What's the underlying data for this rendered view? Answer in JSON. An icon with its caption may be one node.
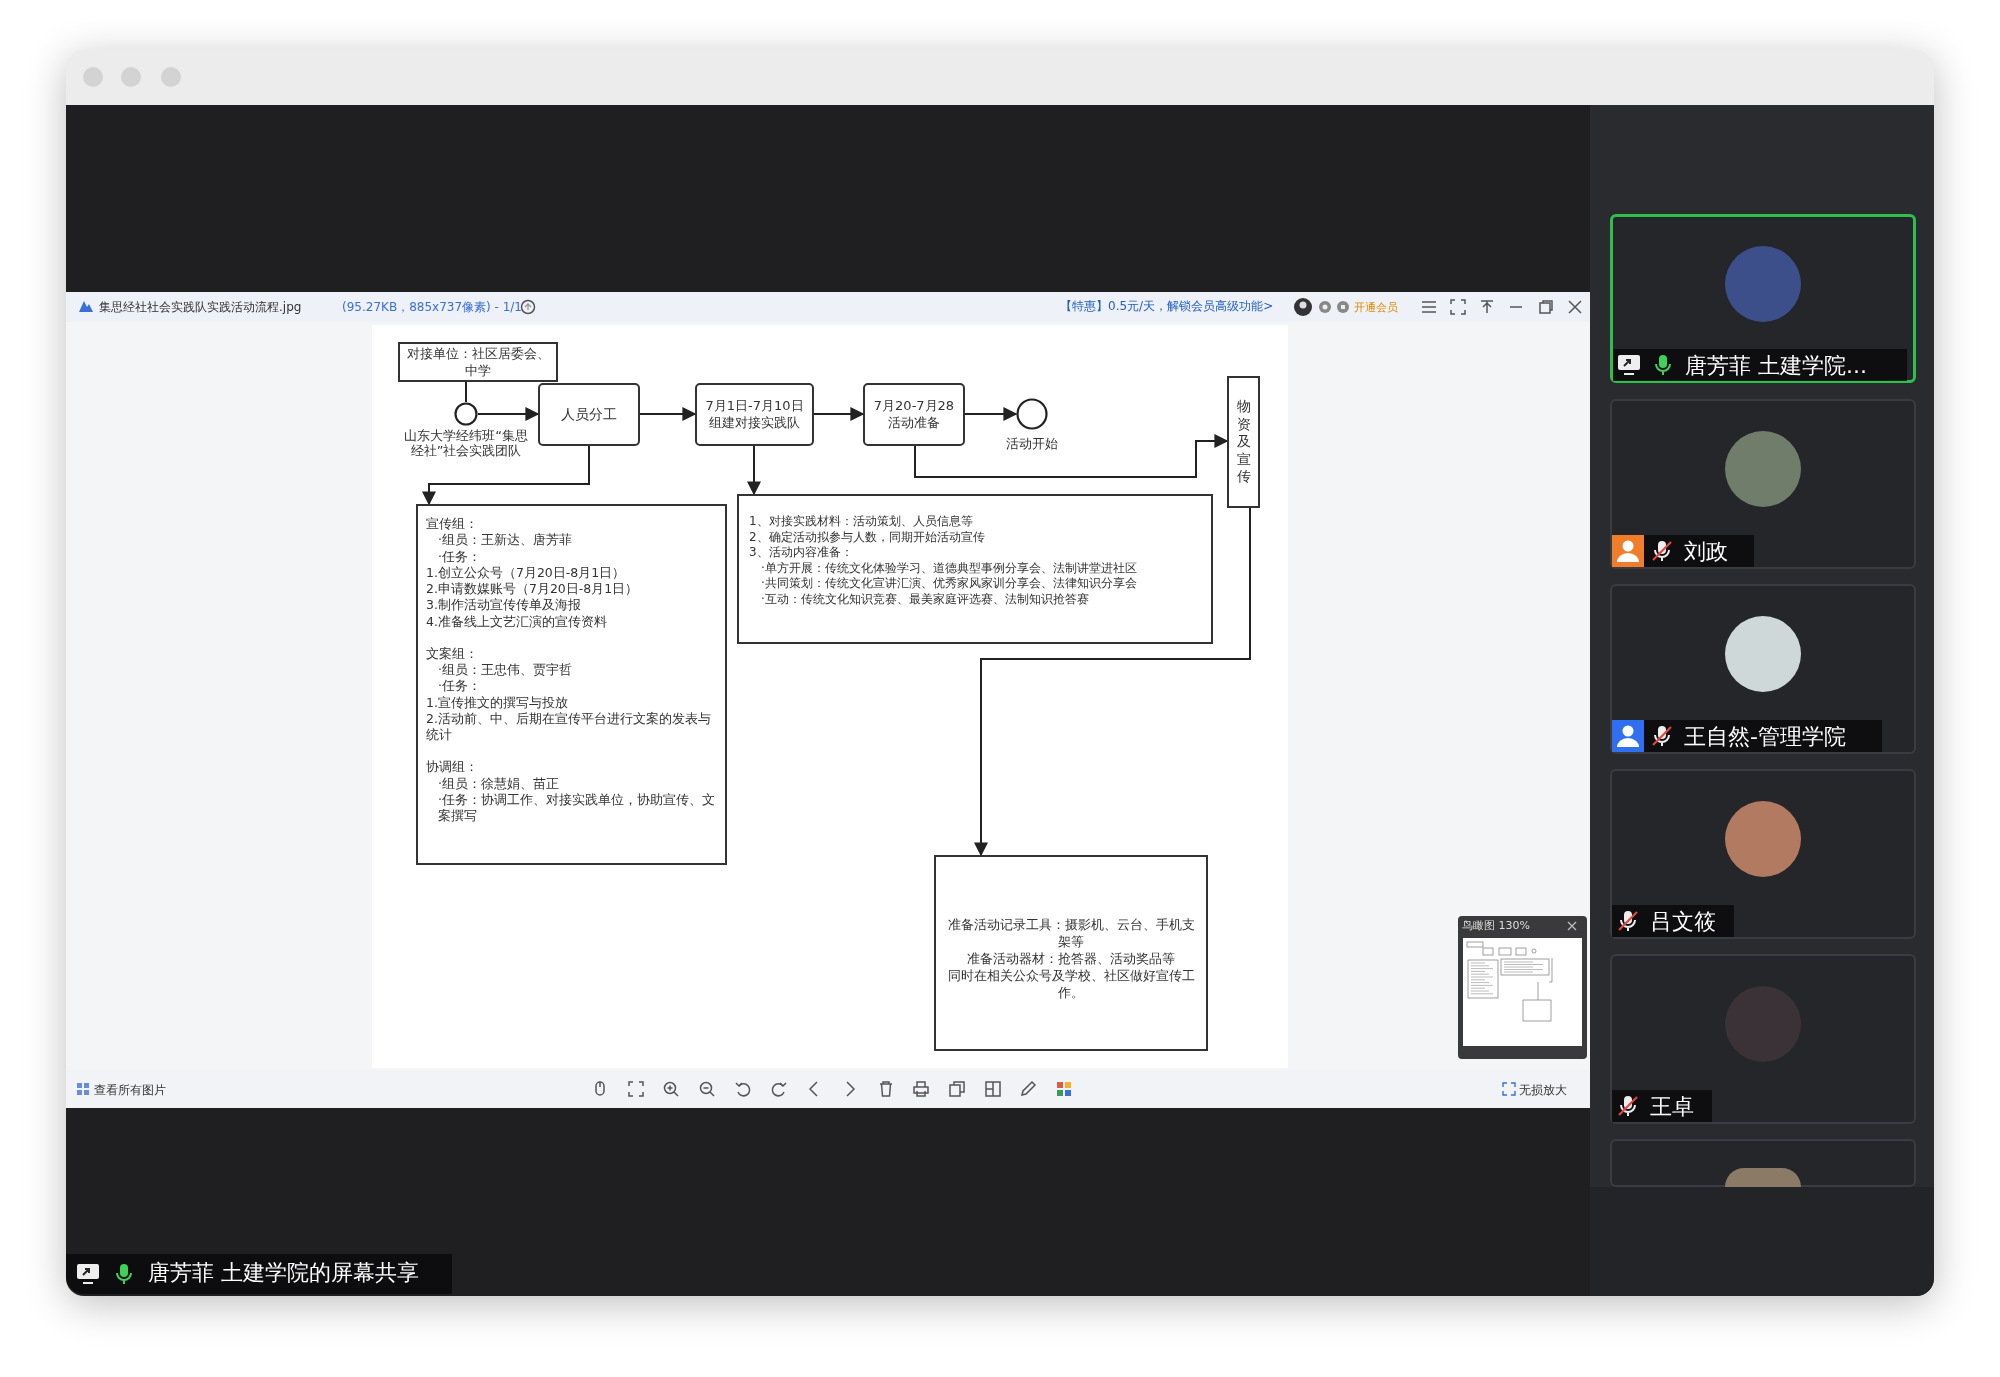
{
  "diagram": {
    "nodes": [
      {
        "text": [
          "对接单位：社区居委会、中学"
        ]
      },
      {
        "text": [],
        "shape": "circle",
        "beside": [
          "山东大学经纬班“集思经社”社会实践团队"
        ]
      },
      {
        "text": [
          "人员分工"
        ]
      },
      {
        "text": [
          "7月1日-7月10日",
          "组建对接实践队"
        ]
      },
      {
        "text": [
          "7月20-7月28",
          "活动准备"
        ]
      },
      {
        "text": [],
        "shape": "circle",
        "beside": [
          "活动开始"
        ]
      },
      {
        "text": [
          "物资及宣传"
        ]
      },
      {
        "text": [
          "宣传组：",
          "·组员：王新达、唐芳菲",
          "·任务：",
          "1.创立公众号（7月20日-8月1日）",
          "2.申请数媒账号（7月20日-8月1日）",
          "3.制作活动宣传传单及海报",
          "4.准备线上文艺汇演的宣传资料",
          "文案组：",
          "·组员：王忠伟、贾宇哲",
          "·任务：",
          "1.宣传推文的撰写与投放",
          "2.活动前、中、后期在宣传平台进行文案的发表与统计",
          "协调组：",
          "·组员：徐慧娟、苗正",
          "·任务：协调工作、对接实践单位，协助宣传、文案撰写"
        ]
      },
      {
        "text": [
          "1、对接实践材料：活动策划、人员信息等",
          "2、确定活动拟参与人数，同期开始活动宣传",
          "3、活动内容准备：",
          "·单方开展：传统文化体验学习、道德典型事例分享会、法制讲堂进社区",
          "·共同策划：传统文化宣讲汇演、优秀家风家训分享会、法律知识分享会",
          "·互动：传统文化知识竞赛、最美家庭评选赛、法制知识抢答赛"
        ]
      },
      {
        "text": [
          "准备活动记录工具：摄影机、云台、手机支架等",
          "准备活动器材：抢答器、活动奖品等",
          "同时在相关公众号及学校、社区做好宣传工作。"
        ]
      }
    ],
    "edges": [
      {
        "from": 0,
        "to": 1,
        "arrow": "none"
      },
      {
        "from": 1,
        "to": 2,
        "arrow": "to"
      },
      {
        "from": 2,
        "to": 3,
        "arrow": "to"
      },
      {
        "from": 3,
        "to": 4,
        "arrow": "to"
      },
      {
        "from": 4,
        "to": 5,
        "arrow": "to"
      },
      {
        "from": 2,
        "to": 7,
        "arrow": "to"
      },
      {
        "from": 3,
        "to": 8,
        "arrow": "to"
      },
      {
        "from": 4,
        "to": 6,
        "arrow": "to"
      },
      {
        "from": 6,
        "to": 9,
        "arrow": "to"
      }
    ],
    "labels": [
      "集思经社社会实践队实践活动流程.jpg",
      "(95.27KB，885x737像素) - 1/1",
      "【特惠】0.5元/天，解锁会员高级功能>",
      "开通会员",
      "查看所有图片",
      "无损放大",
      "鸟瞰图 130%",
      "唐芳菲 土建学院...",
      "刘政",
      "王自然-管理学院",
      "吕文筱",
      "王卓",
      "唐芳菲 土建学院的屏幕共享"
    ]
  }
}
